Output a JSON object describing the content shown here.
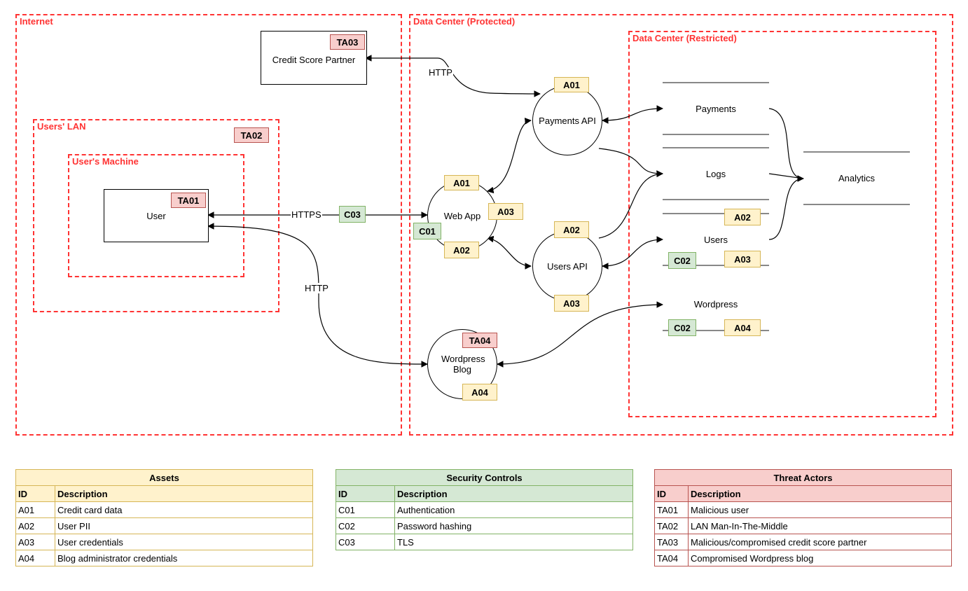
{
  "zones": {
    "internet": "Internet",
    "users_lan": "Users' LAN",
    "users_machine": "User's Machine",
    "dc_protected": "Data Center (Protected)",
    "dc_restricted": "Data Center (Restricted)"
  },
  "nodes": {
    "credit_score_partner": "Credit Score Partner",
    "user": "User",
    "web_app": "Web App",
    "payments_api": "Payments API",
    "users_api": "Users API",
    "wordpress_blog": "Wordpress Blog"
  },
  "stores": {
    "payments": "Payments",
    "logs": "Logs",
    "users": "Users",
    "wordpress": "Wordpress",
    "analytics": "Analytics"
  },
  "flows": {
    "http_partner": "HTTP",
    "https_user": "HTTPS",
    "http_blog": "HTTP"
  },
  "tags": {
    "ta01": "TA01",
    "ta02": "TA02",
    "ta03": "TA03",
    "ta04": "TA04",
    "a01": "A01",
    "a02": "A02",
    "a03": "A03",
    "a04": "A04",
    "c01": "C01",
    "c02": "C02",
    "c03": "C03"
  },
  "assets_table": {
    "title": "Assets",
    "headers": [
      "ID",
      "Description"
    ],
    "rows": [
      [
        "A01",
        "Credit card data"
      ],
      [
        "A02",
        "User PII"
      ],
      [
        "A03",
        "User credentials"
      ],
      [
        "A04",
        "Blog administrator credentials"
      ]
    ]
  },
  "controls_table": {
    "title": "Security Controls",
    "headers": [
      "ID",
      "Description"
    ],
    "rows": [
      [
        "C01",
        "Authentication"
      ],
      [
        "C02",
        "Password hashing"
      ],
      [
        "C03",
        "TLS"
      ]
    ]
  },
  "threats_table": {
    "title": "Threat Actors",
    "headers": [
      "ID",
      "Description"
    ],
    "rows": [
      [
        "TA01",
        "Malicious user"
      ],
      [
        "TA02",
        "LAN Man-In-The-Middle"
      ],
      [
        "TA03",
        "Malicious/compromised credit score partner"
      ],
      [
        "TA04",
        "Compromised Wordpress blog"
      ]
    ]
  },
  "colors": {
    "zone_border": "#ff3333",
    "asset_fill": "#fff2cc",
    "control_fill": "#d5e8d4",
    "threat_fill": "#f8cecc"
  }
}
